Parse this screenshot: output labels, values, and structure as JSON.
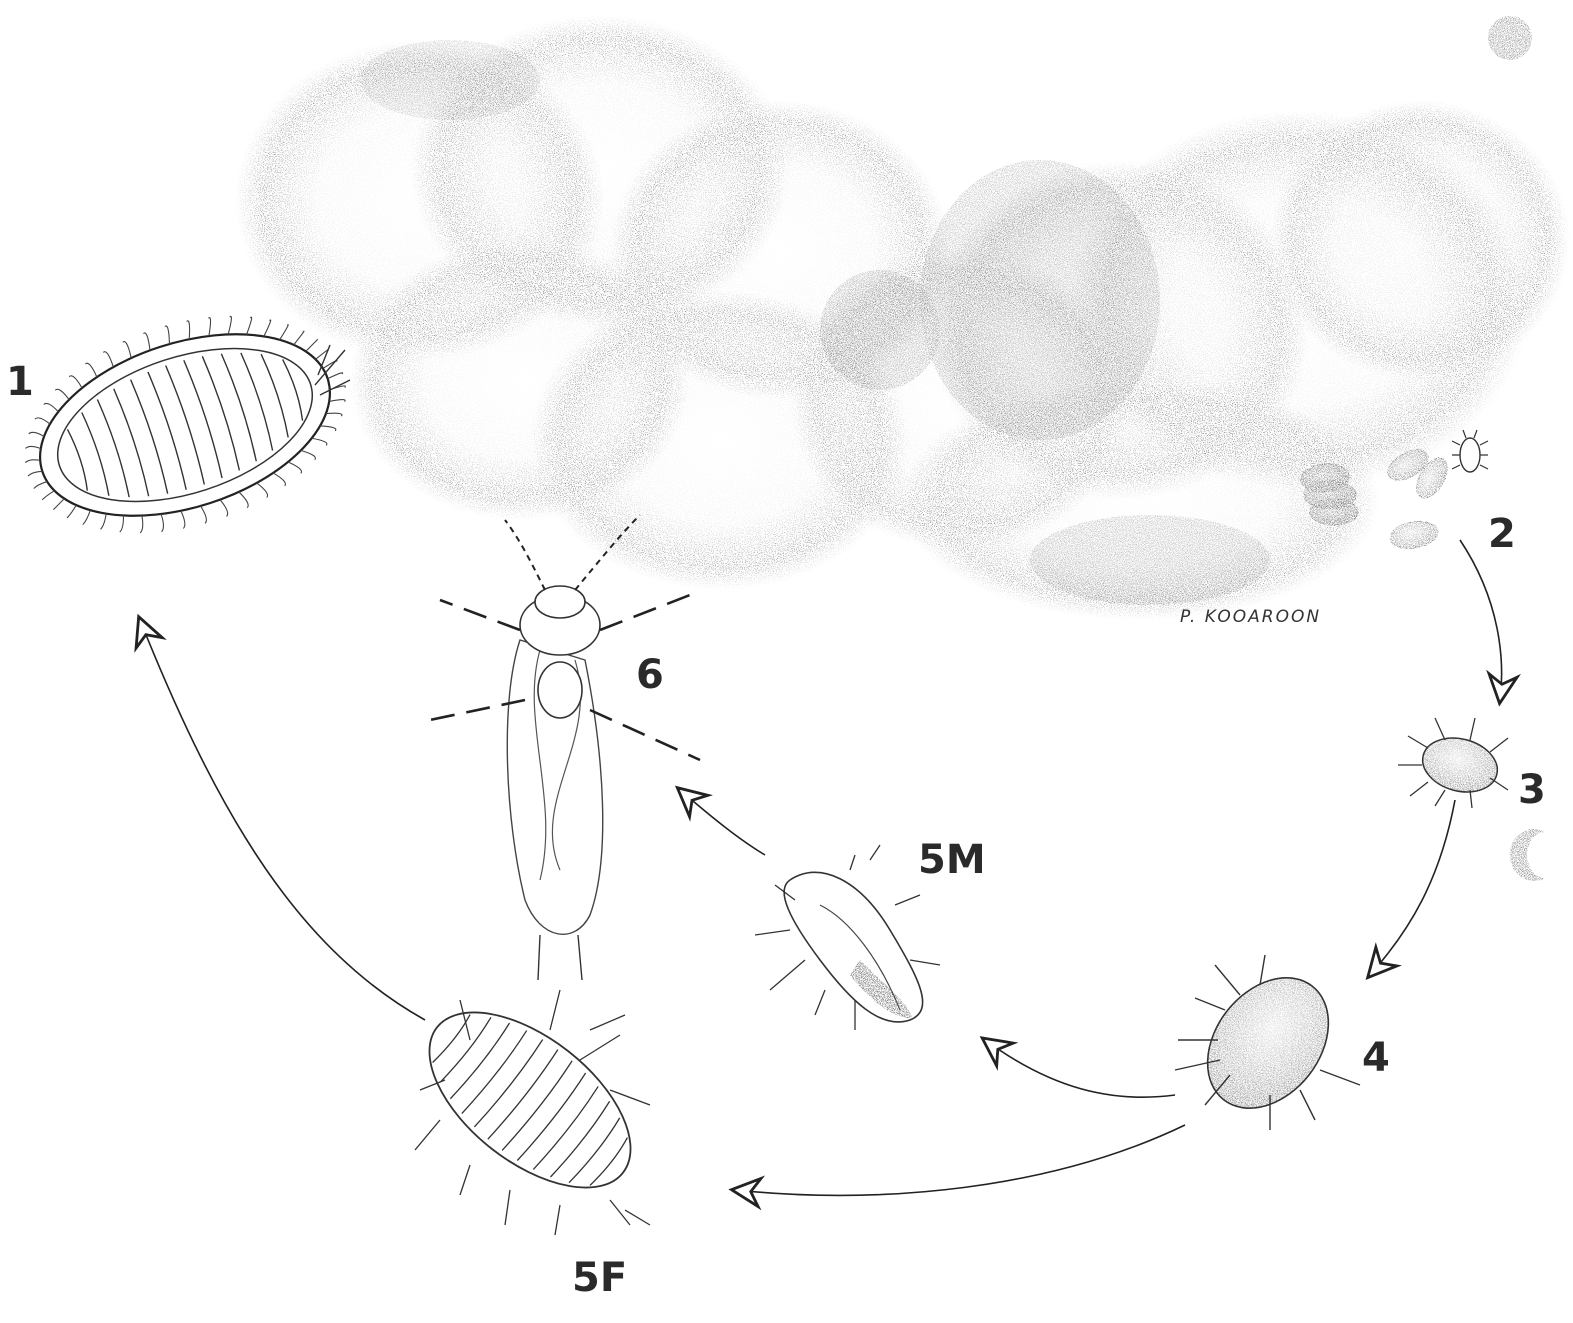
{
  "diagram": {
    "stage_labels": {
      "s1": "1",
      "s2": "2",
      "s3": "3",
      "s4": "4",
      "s5m": "5M",
      "s5f": "5F",
      "s6": "6"
    },
    "signature": "P. KOOAROON",
    "colors": {
      "ink": "#2a2a2a",
      "stipple": "#6a6a6a",
      "background": "#ffffff"
    }
  }
}
